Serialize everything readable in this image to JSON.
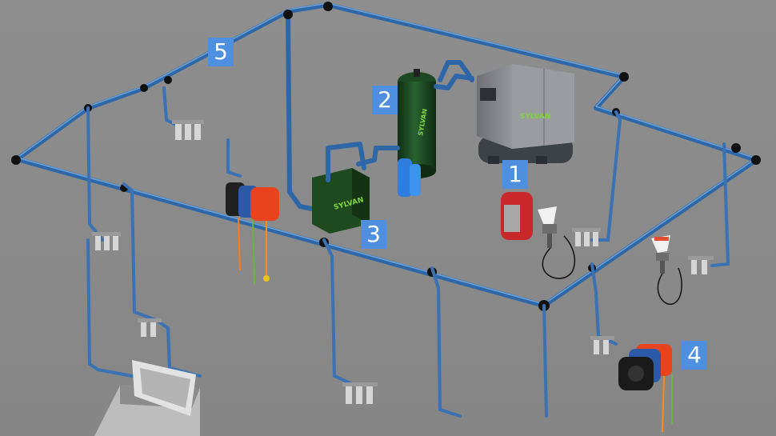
{
  "scene": {
    "background": "#8a8a8a",
    "pipe_color": "#2e67a8",
    "brand": "SYLVAN",
    "brand_color": "#7fd43f"
  },
  "badges": [
    {
      "id": "compressor",
      "label": "1",
      "color": "#4f8fe0"
    },
    {
      "id": "air-receiver-tank",
      "label": "2",
      "color": "#4f8fe0"
    },
    {
      "id": "dryer",
      "label": "3",
      "color": "#4f8fe0"
    },
    {
      "id": "hose-reel-station",
      "label": "4",
      "color": "#4f8fe0"
    },
    {
      "id": "pipe-network",
      "label": "5",
      "color": "#4f8fe0"
    }
  ],
  "equipment": {
    "compressor": {
      "brand": "SYLVAN",
      "body_color": "#8b8d91",
      "base_color": "#3d4148"
    },
    "tank": {
      "brand": "SYLVAN",
      "color": "#1d4a22"
    },
    "dryer": {
      "brand": "SYLVAN",
      "color": "#1f4a1f"
    },
    "hose_reels": {
      "colors": [
        "#202020",
        "#2d5aa8",
        "#e8431c"
      ]
    },
    "spray_guns": {
      "cup_color": "#e05030"
    }
  },
  "icons": [
    "spray-gun-icon",
    "filter-regulator-icon",
    "hose-reel-icon",
    "elbow-fitting-icon",
    "parts-washer-icon"
  ]
}
